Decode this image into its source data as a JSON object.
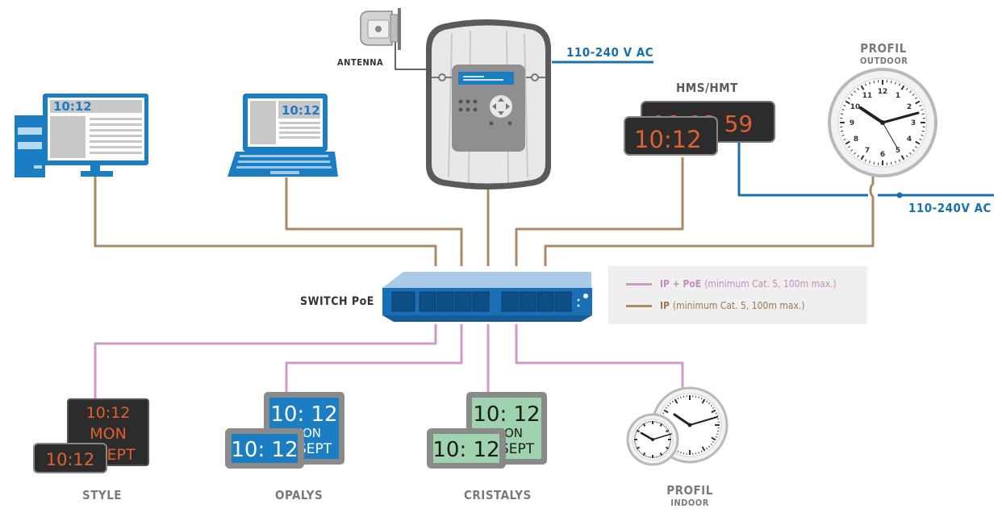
{
  "colors": {
    "ip": "#a98a62",
    "poe": "#cf98c8",
    "power": "#1a6fae",
    "blue": "#1b7dc2",
    "digit_red": "#e06030"
  },
  "labels": {
    "antenna": "ANTENNA",
    "power_top": "110-240 V AC",
    "power_right": "110-240V AC",
    "hms": "HMS/HMT",
    "profil_outdoor_title": "PROFIL",
    "profil_outdoor_sub": "OUTDOOR",
    "switch": "SWITCH PoE",
    "style": "STYLE",
    "opalys": "OPALYS",
    "cristalys": "CRISTALYS",
    "profil_indoor_title": "PROFIL",
    "profil_indoor_sub": "INDOOR"
  },
  "legend": [
    {
      "strong": "IP + PoE",
      "text": "(minimum Cat. 5, 100m max.)",
      "kind": "poe"
    },
    {
      "strong": "IP",
      "text": "(minimum Cat. 5, 100m max.)",
      "kind": "ip"
    }
  ],
  "displays": {
    "desktop_time": "10:12",
    "laptop_time": "10:12",
    "hms_front": "10:12",
    "hms_back": "10:12 59",
    "style_line1": "10:12",
    "style_line2": "MON",
    "style_line3": "SEPT",
    "style_small": "10:12",
    "opalys_line1": "10: 12",
    "opalys_line2": "MON",
    "opalys_line3": "SEPT",
    "opalys_small": "10: 12",
    "cristalys_line1": "10: 12",
    "cristalys_line2": "MON",
    "cristalys_line3": "SEPT",
    "cristalys_small": "10: 12"
  }
}
